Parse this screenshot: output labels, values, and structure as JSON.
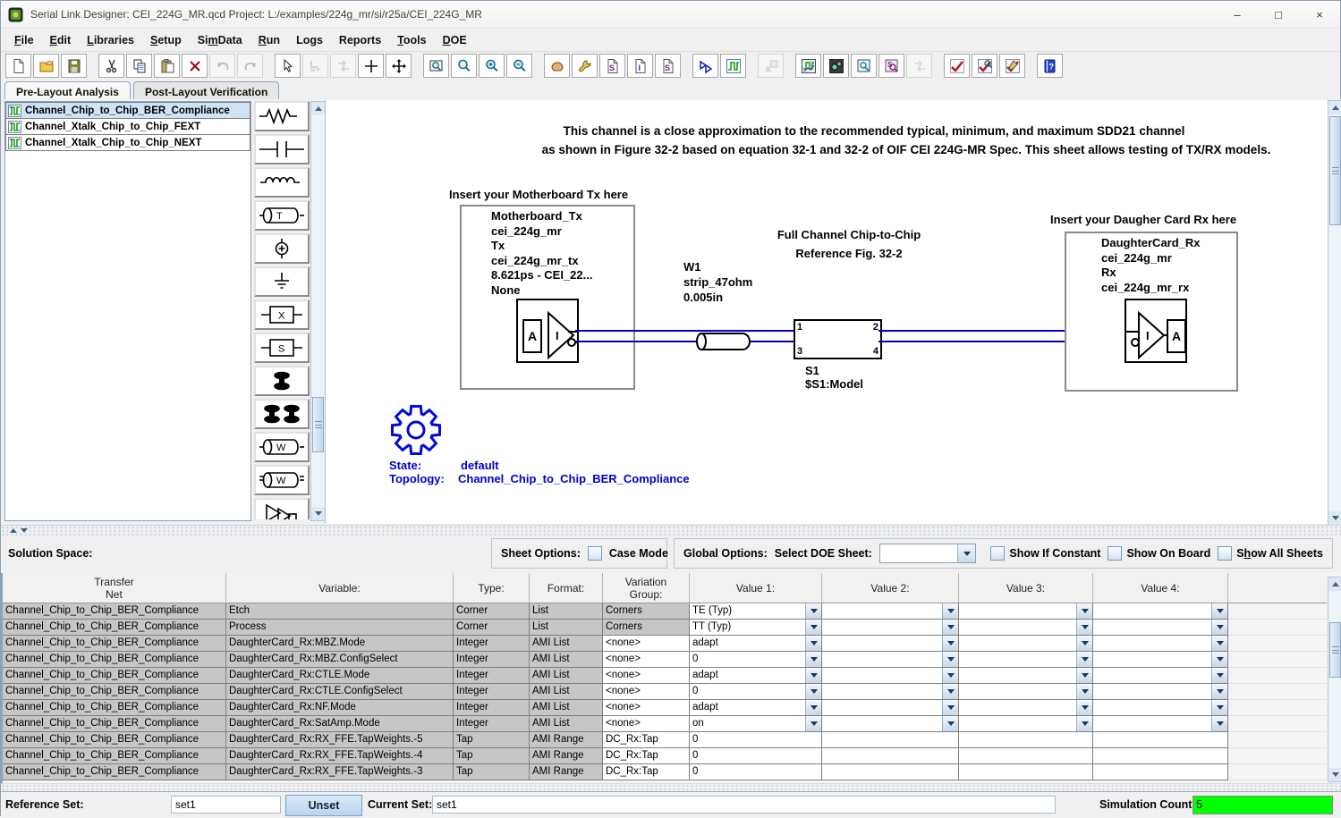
{
  "window": {
    "title": "Serial Link Designer: CEI_224G_MR.qcd Project: L:/examples/224g_mr/si/r25a/CEI_224G_MR",
    "minimize": "–",
    "maximize": "□",
    "close": "×"
  },
  "menu": {
    "items": [
      {
        "label": "File",
        "u": 0
      },
      {
        "label": "Edit",
        "u": 0
      },
      {
        "label": "Libraries",
        "u": 0
      },
      {
        "label": "Setup",
        "u": 0
      },
      {
        "label": "SimData",
        "u": 2
      },
      {
        "label": "Run",
        "u": 0
      },
      {
        "label": "Logs",
        "u": -1
      },
      {
        "label": "Reports",
        "u": -1
      },
      {
        "label": "Tools",
        "u": 0
      },
      {
        "label": "DOE",
        "u": 0
      }
    ]
  },
  "toolbar": {
    "groups": [
      [
        {
          "name": "new-file"
        },
        {
          "name": "open-folder"
        },
        {
          "name": "save"
        }
      ],
      [
        {
          "name": "cut"
        },
        {
          "name": "copy"
        },
        {
          "name": "paste"
        },
        {
          "name": "delete"
        },
        {
          "name": "undo",
          "disabled": true
        },
        {
          "name": "redo",
          "disabled": true
        }
      ],
      [
        {
          "name": "select"
        },
        {
          "name": "connect",
          "disabled": true
        },
        {
          "name": "swap",
          "disabled": true
        },
        {
          "name": "crosshair"
        },
        {
          "name": "move"
        }
      ],
      [
        {
          "name": "zoom-window"
        },
        {
          "name": "zoom"
        },
        {
          "name": "zoom-in"
        },
        {
          "name": "zoom-out"
        }
      ],
      [
        {
          "name": "part"
        },
        {
          "name": "wrench"
        },
        {
          "name": "sheet-spice"
        },
        {
          "name": "sheet-ibis"
        },
        {
          "name": "sheet-spice2"
        }
      ],
      [
        {
          "name": "symbols"
        },
        {
          "name": "waveforms"
        }
      ],
      [
        {
          "name": "annotate",
          "disabled": true
        }
      ],
      [
        {
          "name": "wave-compare"
        },
        {
          "name": "sim-settings"
        },
        {
          "name": "view-results"
        },
        {
          "name": "view-report"
        },
        {
          "name": "sweep",
          "disabled": true
        }
      ],
      [
        {
          "name": "check"
        },
        {
          "name": "check-view"
        },
        {
          "name": "check-edit"
        }
      ],
      [
        {
          "name": "help"
        }
      ]
    ]
  },
  "tabs": {
    "items": [
      {
        "label": "Pre-Layout Analysis",
        "active": true
      },
      {
        "label": "Post-Layout Verification",
        "active": false
      }
    ]
  },
  "sheets": {
    "items": [
      {
        "label": "Channel_Chip_to_Chip_BER_Compliance",
        "selected": true
      },
      {
        "label": "Channel_Xtalk_Chip_to_Chip_FEXT",
        "selected": false
      },
      {
        "label": "Channel_Xtalk_Chip_to_Chip_NEXT",
        "selected": false
      }
    ]
  },
  "palette": {
    "items": [
      "resistor",
      "capacitor",
      "inductor",
      "tline",
      "vsource",
      "ground",
      "xblock",
      "sblock",
      "via",
      "via-pair",
      "wline",
      "wline-coupled",
      "buffer-pair",
      "probe-pair"
    ]
  },
  "schematic": {
    "note_line1": "This channel is a close approximation to the recommended typical, minimum, and maximum SDD21 channel",
    "note_line2": "as shown in Figure 32-2 based on equation 32-1 and 32-2 of OIF CEI 224G-MR Spec. This sheet allows testing of TX/RX models.",
    "tx": {
      "heading": "Insert your Motherboard Tx here",
      "lines": [
        "Motherboard_Tx",
        "cei_224g_mr",
        "Tx",
        "cei_224g_mr_tx",
        "8.621ps - CEI_22...",
        "None"
      ],
      "port_a": "A",
      "port_i": "I"
    },
    "w1": {
      "ref": "W1",
      "model": "strip_47ohm",
      "length": "0.005in"
    },
    "channel": {
      "title": "Full Channel Chip-to-Chip",
      "subtitle": "Reference Fig. 32-2"
    },
    "s1": {
      "ref": "S1",
      "model": "$S1:Model",
      "pin1": "1",
      "pin2": "2",
      "pin3": "3",
      "pin4": "4"
    },
    "rx": {
      "heading": "Insert your Daugher Card Rx here",
      "lines": [
        "DaughterCard_Rx",
        "cei_224g_mr",
        "Rx",
        "cei_224g_mr_rx"
      ],
      "port_a": "A",
      "port_i": "I"
    },
    "state": {
      "label": "State:",
      "value": "default"
    },
    "topology": {
      "label": "Topology:",
      "value": "Channel_Chip_to_Chip_BER_Compliance"
    },
    "wire_color": "#0000cc",
    "annotation_color": "#0000cc"
  },
  "solution_space": {
    "title": "Solution Space:",
    "sheet_options_label": "Sheet Options:",
    "case_mode_label": "Case Mode",
    "global_options_label": "Global Options:",
    "select_doe_label": "Select DOE Sheet:",
    "doe_sheet_value": "",
    "checkboxes": [
      {
        "label": "Show If Constant",
        "u": -1,
        "checked": false
      },
      {
        "label": "Show On Board",
        "u": -1,
        "checked": false
      },
      {
        "label": "Show All Sheets",
        "u": 1,
        "checked": false
      }
    ]
  },
  "table": {
    "columns": [
      "Transfer\nNet",
      "Variable:",
      "Type:",
      "Format:",
      "Variation\nGroup:",
      "Value 1:",
      "Value 2:",
      "Value 3:",
      "Value 4:"
    ],
    "rows": [
      {
        "net": "Channel_Chip_to_Chip_BER_Compliance",
        "variable": "Etch",
        "type": "Corner",
        "format": "List",
        "group": "Corners",
        "group_editable": false,
        "value1": "TE (Typ)",
        "value2": "",
        "value3": "",
        "value4": "",
        "dropdown": true
      },
      {
        "net": "Channel_Chip_to_Chip_BER_Compliance",
        "variable": "Process",
        "type": "Corner",
        "format": "List",
        "group": "Corners",
        "group_editable": false,
        "value1": "TT (Typ)",
        "value2": "",
        "value3": "",
        "value4": "",
        "dropdown": true
      },
      {
        "net": "Channel_Chip_to_Chip_BER_Compliance",
        "variable": "DaughterCard_Rx:MBZ.Mode",
        "type": "Integer",
        "format": "AMI List",
        "group": "<none>",
        "group_editable": true,
        "value1": "adapt",
        "value2": "",
        "value3": "",
        "value4": "",
        "dropdown": true
      },
      {
        "net": "Channel_Chip_to_Chip_BER_Compliance",
        "variable": "DaughterCard_Rx:MBZ.ConfigSelect",
        "type": "Integer",
        "format": "AMI List",
        "group": "<none>",
        "group_editable": true,
        "value1": "0",
        "value2": "",
        "value3": "",
        "value4": "",
        "dropdown": true
      },
      {
        "net": "Channel_Chip_to_Chip_BER_Compliance",
        "variable": "DaughterCard_Rx:CTLE.Mode",
        "type": "Integer",
        "format": "AMI List",
        "group": "<none>",
        "group_editable": true,
        "value1": "adapt",
        "value2": "",
        "value3": "",
        "value4": "",
        "dropdown": true
      },
      {
        "net": "Channel_Chip_to_Chip_BER_Compliance",
        "variable": "DaughterCard_Rx:CTLE.ConfigSelect",
        "type": "Integer",
        "format": "AMI List",
        "group": "<none>",
        "group_editable": true,
        "value1": "0",
        "value2": "",
        "value3": "",
        "value4": "",
        "dropdown": true
      },
      {
        "net": "Channel_Chip_to_Chip_BER_Compliance",
        "variable": "DaughterCard_Rx:NF.Mode",
        "type": "Integer",
        "format": "AMI List",
        "group": "<none>",
        "group_editable": true,
        "value1": "adapt",
        "value2": "",
        "value3": "",
        "value4": "",
        "dropdown": true
      },
      {
        "net": "Channel_Chip_to_Chip_BER_Compliance",
        "variable": "DaughterCard_Rx:SatAmp.Mode",
        "type": "Integer",
        "format": "AMI List",
        "group": "<none>",
        "group_editable": true,
        "value1": "on",
        "value2": "",
        "value3": "",
        "value4": "",
        "dropdown": true
      },
      {
        "net": "Channel_Chip_to_Chip_BER_Compliance",
        "variable": "DaughterCard_Rx:RX_FFE.TapWeights.-5",
        "type": "Tap",
        "format": "AMI Range",
        "group": "DC_Rx:Tap",
        "group_editable": true,
        "value1": "0",
        "value2": "",
        "value3": "",
        "value4": "",
        "dropdown": false
      },
      {
        "net": "Channel_Chip_to_Chip_BER_Compliance",
        "variable": "DaughterCard_Rx:RX_FFE.TapWeights.-4",
        "type": "Tap",
        "format": "AMI Range",
        "group": "DC_Rx:Tap",
        "group_editable": true,
        "value1": "0",
        "value2": "",
        "value3": "",
        "value4": "",
        "dropdown": false
      },
      {
        "net": "Channel_Chip_to_Chip_BER_Compliance",
        "variable": "DaughterCard_Rx:RX_FFE.TapWeights.-3",
        "type": "Tap",
        "format": "AMI Range",
        "group": "DC_Rx:Tap",
        "group_editable": true,
        "value1": "0",
        "value2": "",
        "value3": "",
        "value4": "",
        "dropdown": false
      }
    ]
  },
  "statusbar": {
    "reference_label": "Reference Set:",
    "reference_value": "set1",
    "unset_label": "Unset",
    "current_label": "Current Set:",
    "current_value": "set1",
    "sim_label": "Simulation Count:",
    "sim_value": "5",
    "sim_bg": "#00ff00"
  }
}
